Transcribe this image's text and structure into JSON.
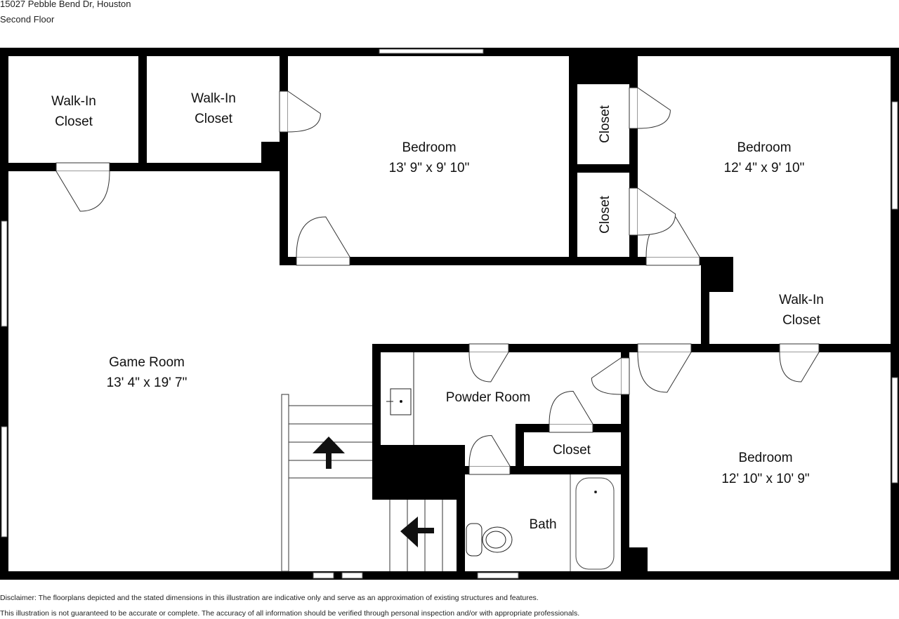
{
  "header": {
    "address": "15027 Pebble Bend Dr, Houston",
    "floor": "Second Floor"
  },
  "rooms": {
    "walkin1": {
      "name1": "Walk-In",
      "name2": "Closet"
    },
    "walkin2": {
      "name1": "Walk-In",
      "name2": "Closet"
    },
    "bedroom1": {
      "name": "Bedroom",
      "dims": "13' 9\" x 9' 10\""
    },
    "closet_a": {
      "name": "Closet"
    },
    "closet_b": {
      "name": "Closet"
    },
    "bedroom2": {
      "name": "Bedroom",
      "dims": "12' 4\" x 9' 10\""
    },
    "walkin3": {
      "name1": "Walk-In",
      "name2": "Closet"
    },
    "game_room": {
      "name": "Game Room",
      "dims": "13' 4\" x 19' 7\""
    },
    "powder_room": {
      "name": "Powder Room"
    },
    "closet_c": {
      "name": "Closet"
    },
    "bath": {
      "name": "Bath"
    },
    "bedroom3": {
      "name": "Bedroom",
      "dims": "12' 10\" x 10' 9\""
    }
  },
  "disclaimer": {
    "line1": "Disclaimer: The floorplans depicted and the stated dimensions in this illustration are indicative only and serve as an approximation of existing structures and features.",
    "line2": "This illustration is not guaranteed to be accurate or complete. The accuracy of all information should be verified through personal inspection and/or with appropriate professionals."
  },
  "colors": {
    "wall": "#000000",
    "background": "#ffffff"
  }
}
